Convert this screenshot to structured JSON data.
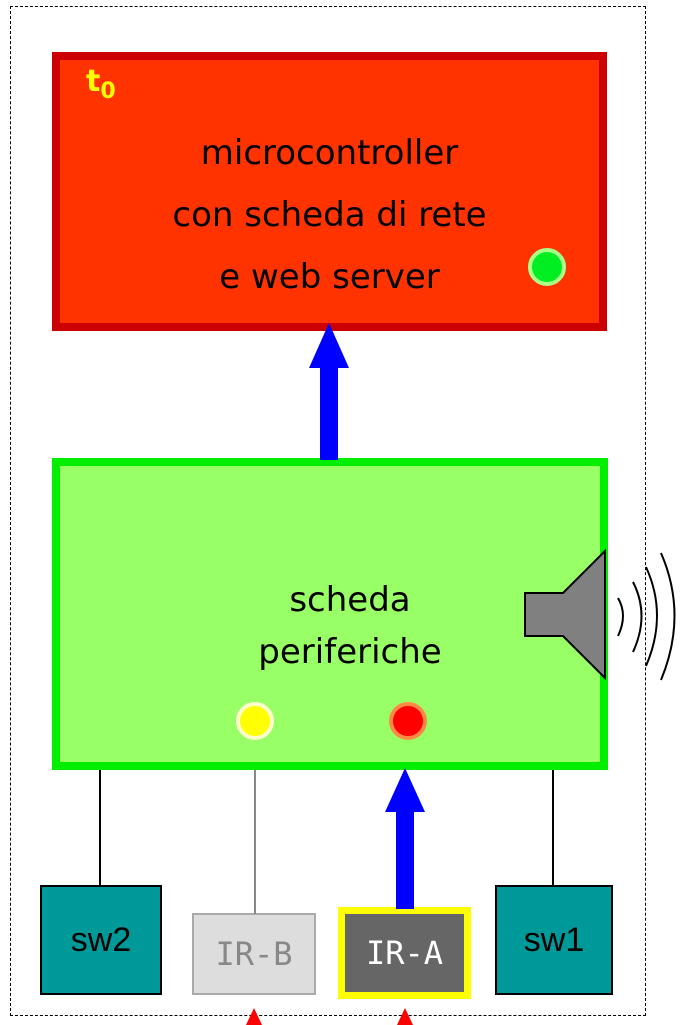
{
  "microcontroller": {
    "label_line1": "microcontroller",
    "label_line2": "con scheda di rete",
    "label_line3": "e web server",
    "time_label": "t",
    "time_subscript": "0",
    "led_color": "#00ee22"
  },
  "peripherals": {
    "label_line1": "scheda",
    "label_line2": "periferiche",
    "led_yellow_color": "#ffff00",
    "led_red_color": "#ff0000"
  },
  "devices": {
    "sw2": "sw2",
    "ir_b": "IR-B",
    "ir_a": "IR-A",
    "sw1": "sw1"
  },
  "colors": {
    "arrow": "#0000ff",
    "trigger_arrow": "#ff0000",
    "speaker": "#808080"
  },
  "icons": {
    "speaker": "speaker-icon",
    "sound_waves": "sound-waves-icon"
  }
}
